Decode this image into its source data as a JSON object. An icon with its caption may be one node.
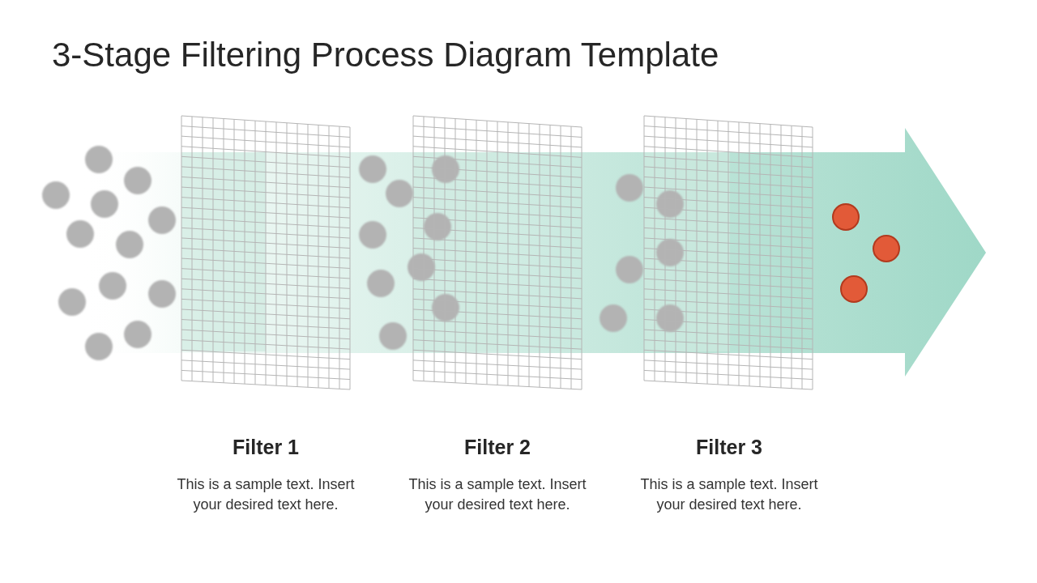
{
  "diagram": {
    "title": "3-Stage Filtering Process Diagram Template",
    "nodes": [
      {
        "text": [
          "Filter 1",
          "This is a sample text. Insert your desired text here."
        ]
      },
      {
        "text": [
          "Filter 2",
          "This is a sample text. Insert your desired text here."
        ]
      },
      {
        "text": [
          "Filter 3",
          "This is a sample text. Insert your desired text here."
        ]
      }
    ]
  }
}
